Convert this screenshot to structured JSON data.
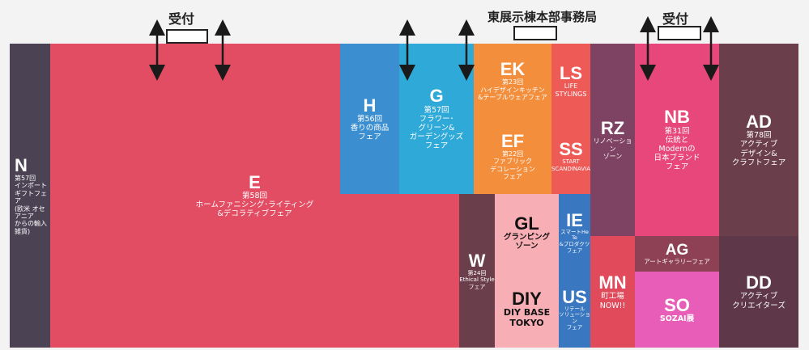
{
  "headers": {
    "reception_left": "受付",
    "office": "東展示棟本部事務局",
    "reception_right": "受付"
  },
  "zones": {
    "N": {
      "code": "N",
      "desc": "第57回\nインポート\nギフトフェア\n(欧米 オセアニア\nからの輸入雑貨)",
      "color": "#4b4354"
    },
    "E": {
      "code": "E",
      "desc": "第58回\nホームファニシング･ライティング\n&デコラティブフェア",
      "color": "#e24d63"
    },
    "H": {
      "code": "H",
      "desc": "第56回\n香りの商品\nフェア",
      "color": "#3b8fd0"
    },
    "G": {
      "code": "G",
      "desc": "第57回\nフラワー･\nグリーン&\nガーデングッズ\nフェア",
      "color": "#2fa9d8"
    },
    "EK": {
      "code": "EK",
      "desc": "第23回\nハイデザインキッチン\n&テーブルウェアフェア",
      "color": "#f38f3c"
    },
    "EF": {
      "code": "EF",
      "desc": "第22回\nファブリック\nデコレーション\nフェア",
      "color": "#f38f3c"
    },
    "LS": {
      "code": "LS",
      "desc": "LIFE\nSTYLINGS",
      "color": "#ee5b57"
    },
    "SS": {
      "code": "SS",
      "desc": "START\nSCANDINAVIA",
      "color": "#ee5b57"
    },
    "RZ": {
      "code": "RZ",
      "desc": "リノベーション\nゾーン",
      "color": "#7e4262"
    },
    "NB": {
      "code": "NB",
      "desc": "第31回\n伝統と\nModernの\n日本ブランド\nフェア",
      "color": "#e7477a"
    },
    "AD": {
      "code": "AD",
      "desc": "第78回\nアクティブ\nデザイン&\nクラフトフェア",
      "color": "#6b3e4c"
    },
    "W": {
      "code": "W",
      "desc": "第24回\nEthical Style\nフェア",
      "color": "#6b3e4c"
    },
    "GL": {
      "code": "GL",
      "desc": "グランピング\nゾーン",
      "color": "#f7aeb4"
    },
    "DIY": {
      "code": "DIY",
      "desc": "DIY BASE\nTOKYO",
      "color": "#f7aeb4"
    },
    "IE": {
      "code": "IE",
      "desc": "スマートHe Te\n&プロダクツ\nフェア",
      "color": "#3978c0"
    },
    "US": {
      "code": "US",
      "desc": "リテール\nソリューション\nフェア",
      "color": "#3978c0"
    },
    "MN": {
      "code": "MN",
      "desc": "町工場\nNOW!!",
      "color": "#e14a5a"
    },
    "AG": {
      "code": "AG",
      "desc": "アートギャラリーフェア",
      "color": "#8e4155"
    },
    "SO": {
      "code": "SO",
      "desc": "SOZAI展",
      "color": "#e85db7"
    },
    "DD": {
      "code": "DD",
      "desc": "アクティブ\nクリエイターズ",
      "color": "#5e3848"
    }
  }
}
